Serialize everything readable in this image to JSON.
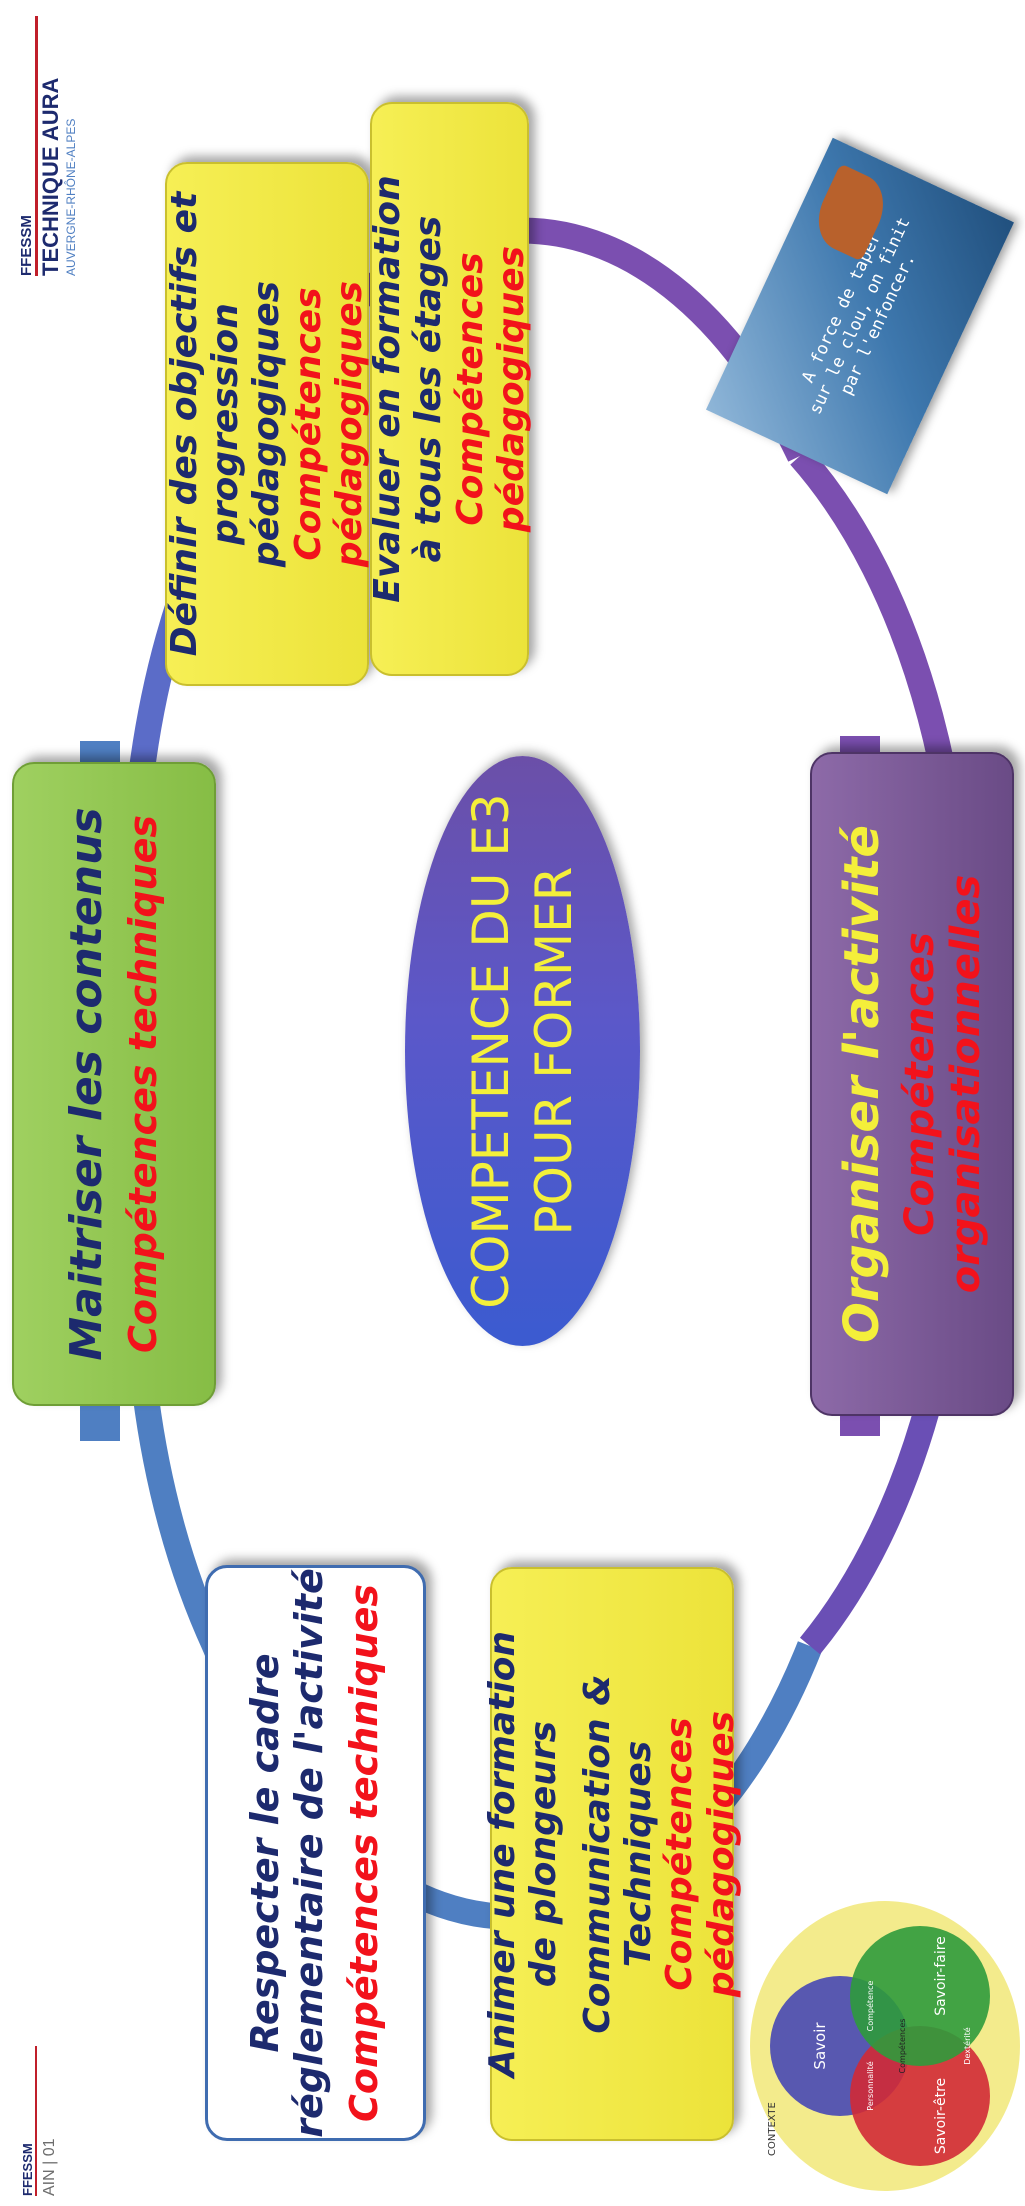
{
  "logos": {
    "top": {
      "brand": "FFESSM",
      "line1": "TECHNIQUE AURA",
      "line2": "AUVERGNE-RHÔNE-ALPES"
    },
    "bottom": {
      "brand": "FFESSM",
      "text": "AIN | 01"
    }
  },
  "center": {
    "line1": "COMPETENCE DU  E3",
    "line2": "POUR FORMER"
  },
  "boxes": {
    "maitriser": {
      "line1": "Maitriser  les contenus",
      "line2": "Compétences techniques"
    },
    "definir": {
      "line1": "Définir des objectifs et",
      "line2": "progression pédagogiques",
      "line3": "Compétences pédagogiques"
    },
    "evaluer": {
      "line1": "Evaluer en formation",
      "line2": "à tous les étages",
      "line3": "Compétences pédagogiques"
    },
    "organiser": {
      "line1": "Organiser l'activité",
      "line2": "Compétences",
      "line3": "organisationnelles"
    },
    "animer": {
      "line1": "Animer une formation",
      "line2": "de plongeurs",
      "line3": "Communication & Techniques",
      "line4": "Compétences pédagogiques"
    },
    "respecter": {
      "line1": "Respecter le cadre",
      "line2": "réglementaire de l'activité",
      "line3": "Compétences techniques"
    }
  },
  "quote": {
    "line1": "A force de taper",
    "line2": "sur le clou, on finit",
    "line3": "par l'enfoncer."
  },
  "venn": {
    "context_label": "CONTEXTE",
    "savoir": "Savoir",
    "savoir_etre": "Savoir-être",
    "savoir_faire": "Savoir-faire",
    "overlap1": "Personnalité",
    "overlap2": "Compétence",
    "overlap3": "Dextérité",
    "center": "Compétences"
  },
  "colors": {
    "yellow": "#ece33a",
    "green": "#86bd45",
    "purple": "#6a4b86",
    "blue": "#4f7fc2",
    "ring_purple": "#7b4fb0",
    "navy": "#1d2a6e",
    "red": "#f2121b"
  }
}
